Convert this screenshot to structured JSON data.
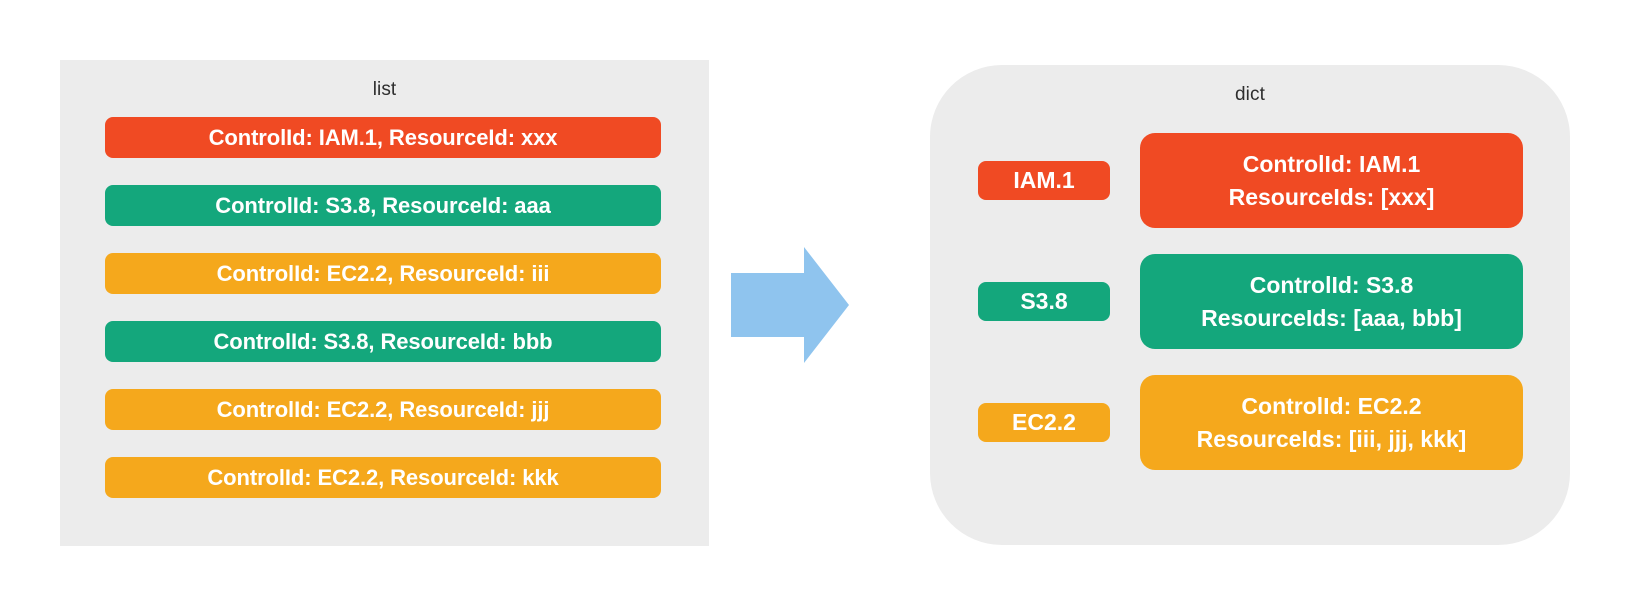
{
  "colors": {
    "background": "#ffffff",
    "panel_gray": "#ECECEC",
    "red": "#F04A23",
    "green": "#14A77C",
    "orange": "#F5A81C",
    "arrow_blue": "#8FC4EE",
    "title_text": "#2e2e2e",
    "item_text": "#ffffff"
  },
  "left_panel": {
    "title": "list",
    "rows": [
      {
        "label": "ControlId: IAM.1, ResourceId: xxx",
        "color": "#F04A23",
        "control_id": "IAM.1",
        "resource_id": "xxx"
      },
      {
        "label": "ControlId: S3.8, ResourceId: aaa",
        "color": "#14A77C",
        "control_id": "S3.8",
        "resource_id": "aaa"
      },
      {
        "label": "ControlId: EC2.2, ResourceId: iii",
        "color": "#F5A81C",
        "control_id": "EC2.2",
        "resource_id": "iii"
      },
      {
        "label": "ControlId: S3.8, ResourceId: bbb",
        "color": "#14A77C",
        "control_id": "S3.8",
        "resource_id": "bbb"
      },
      {
        "label": "ControlId: EC2.2, ResourceId: jjj",
        "color": "#F5A81C",
        "control_id": "EC2.2",
        "resource_id": "jjj"
      },
      {
        "label": "ControlId: EC2.2, ResourceId: kkk",
        "color": "#F5A81C",
        "control_id": "EC2.2",
        "resource_id": "kkk"
      }
    ]
  },
  "arrow": {
    "icon": "arrow-right-icon",
    "direction": "right",
    "color": "#8FC4EE"
  },
  "right_panel": {
    "title": "dict",
    "rows": [
      {
        "key": "IAM.1",
        "color": "#F04A23",
        "value_line1": "ControlId: IAM.1",
        "value_line2": "ResourceIds: [xxx]"
      },
      {
        "key": "S3.8",
        "color": "#14A77C",
        "value_line1": "ControlId: S3.8",
        "value_line2": "ResourceIds: [aaa, bbb]"
      },
      {
        "key": "EC2.2",
        "color": "#F5A81C",
        "value_line1": "ControlId: EC2.2",
        "value_line2": "ResourceIds: [iii, jjj, kkk]"
      }
    ]
  }
}
